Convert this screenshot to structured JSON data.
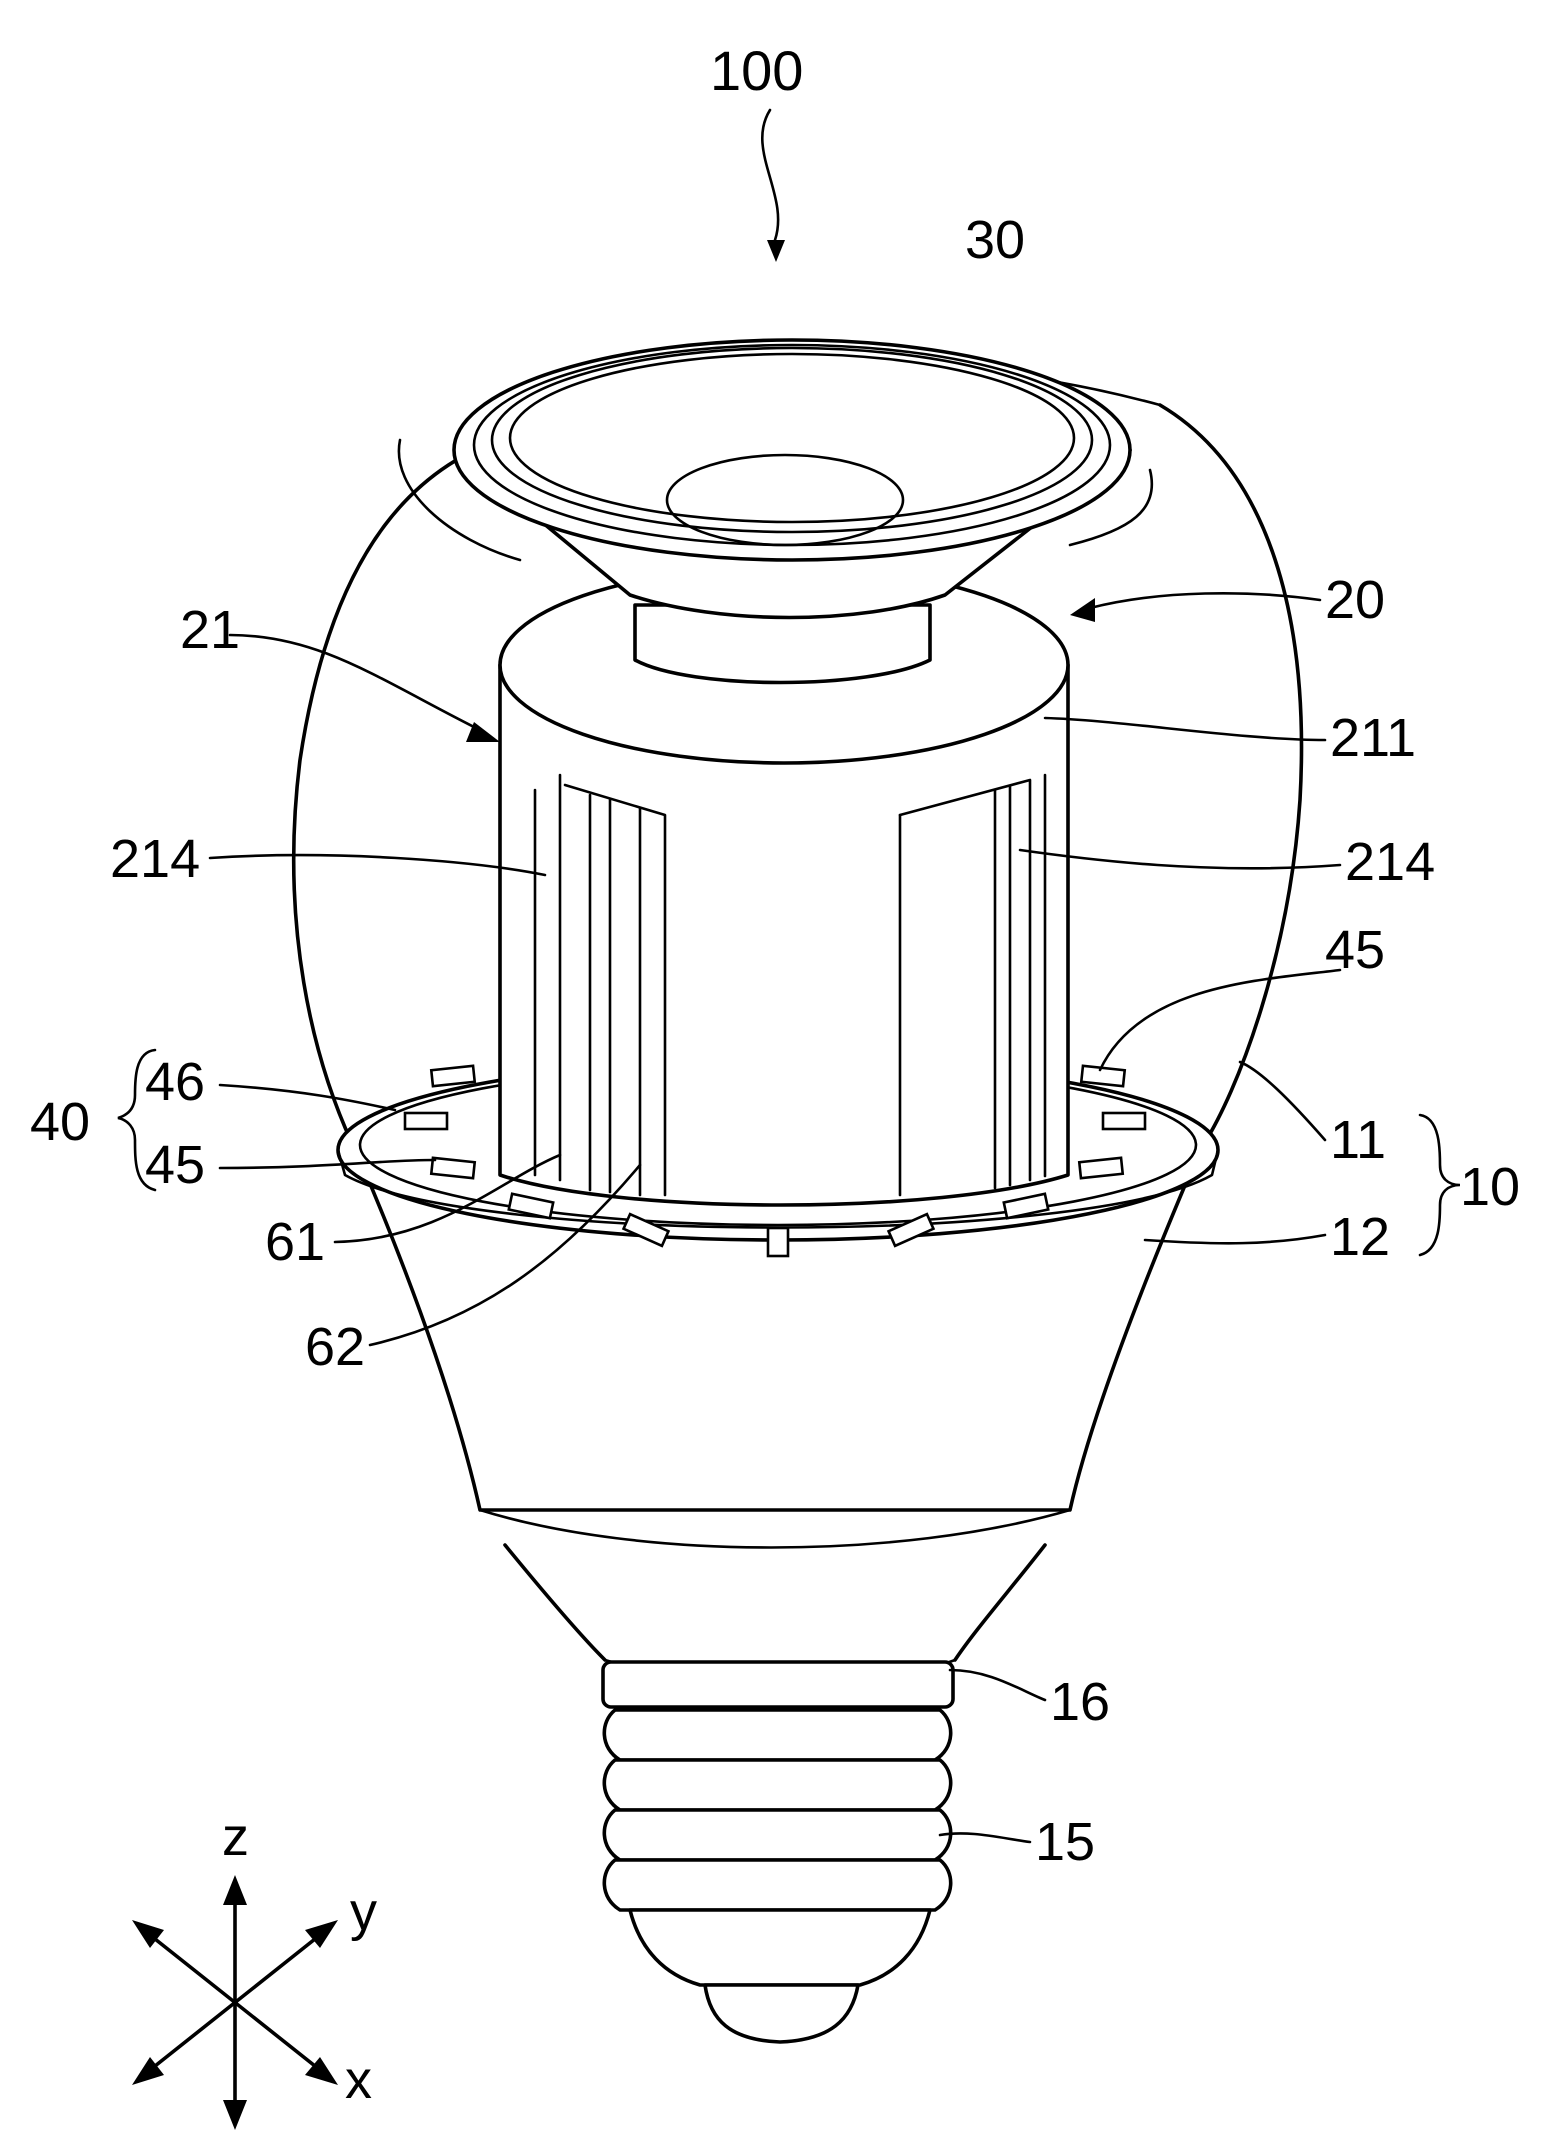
{
  "figure": {
    "ref_100": "100",
    "ref_30": "30",
    "ref_20": "20",
    "ref_21": "21",
    "ref_211": "211",
    "ref_214_left": "214",
    "ref_214_right": "214",
    "ref_45_right": "45",
    "ref_46": "46",
    "ref_40": "40",
    "ref_45_left": "45",
    "ref_11": "11",
    "ref_10": "10",
    "ref_61": "61",
    "ref_12": "12",
    "ref_62": "62",
    "ref_16": "16",
    "ref_15": "15"
  },
  "axes": {
    "z": "z",
    "y": "y",
    "x": "x"
  }
}
